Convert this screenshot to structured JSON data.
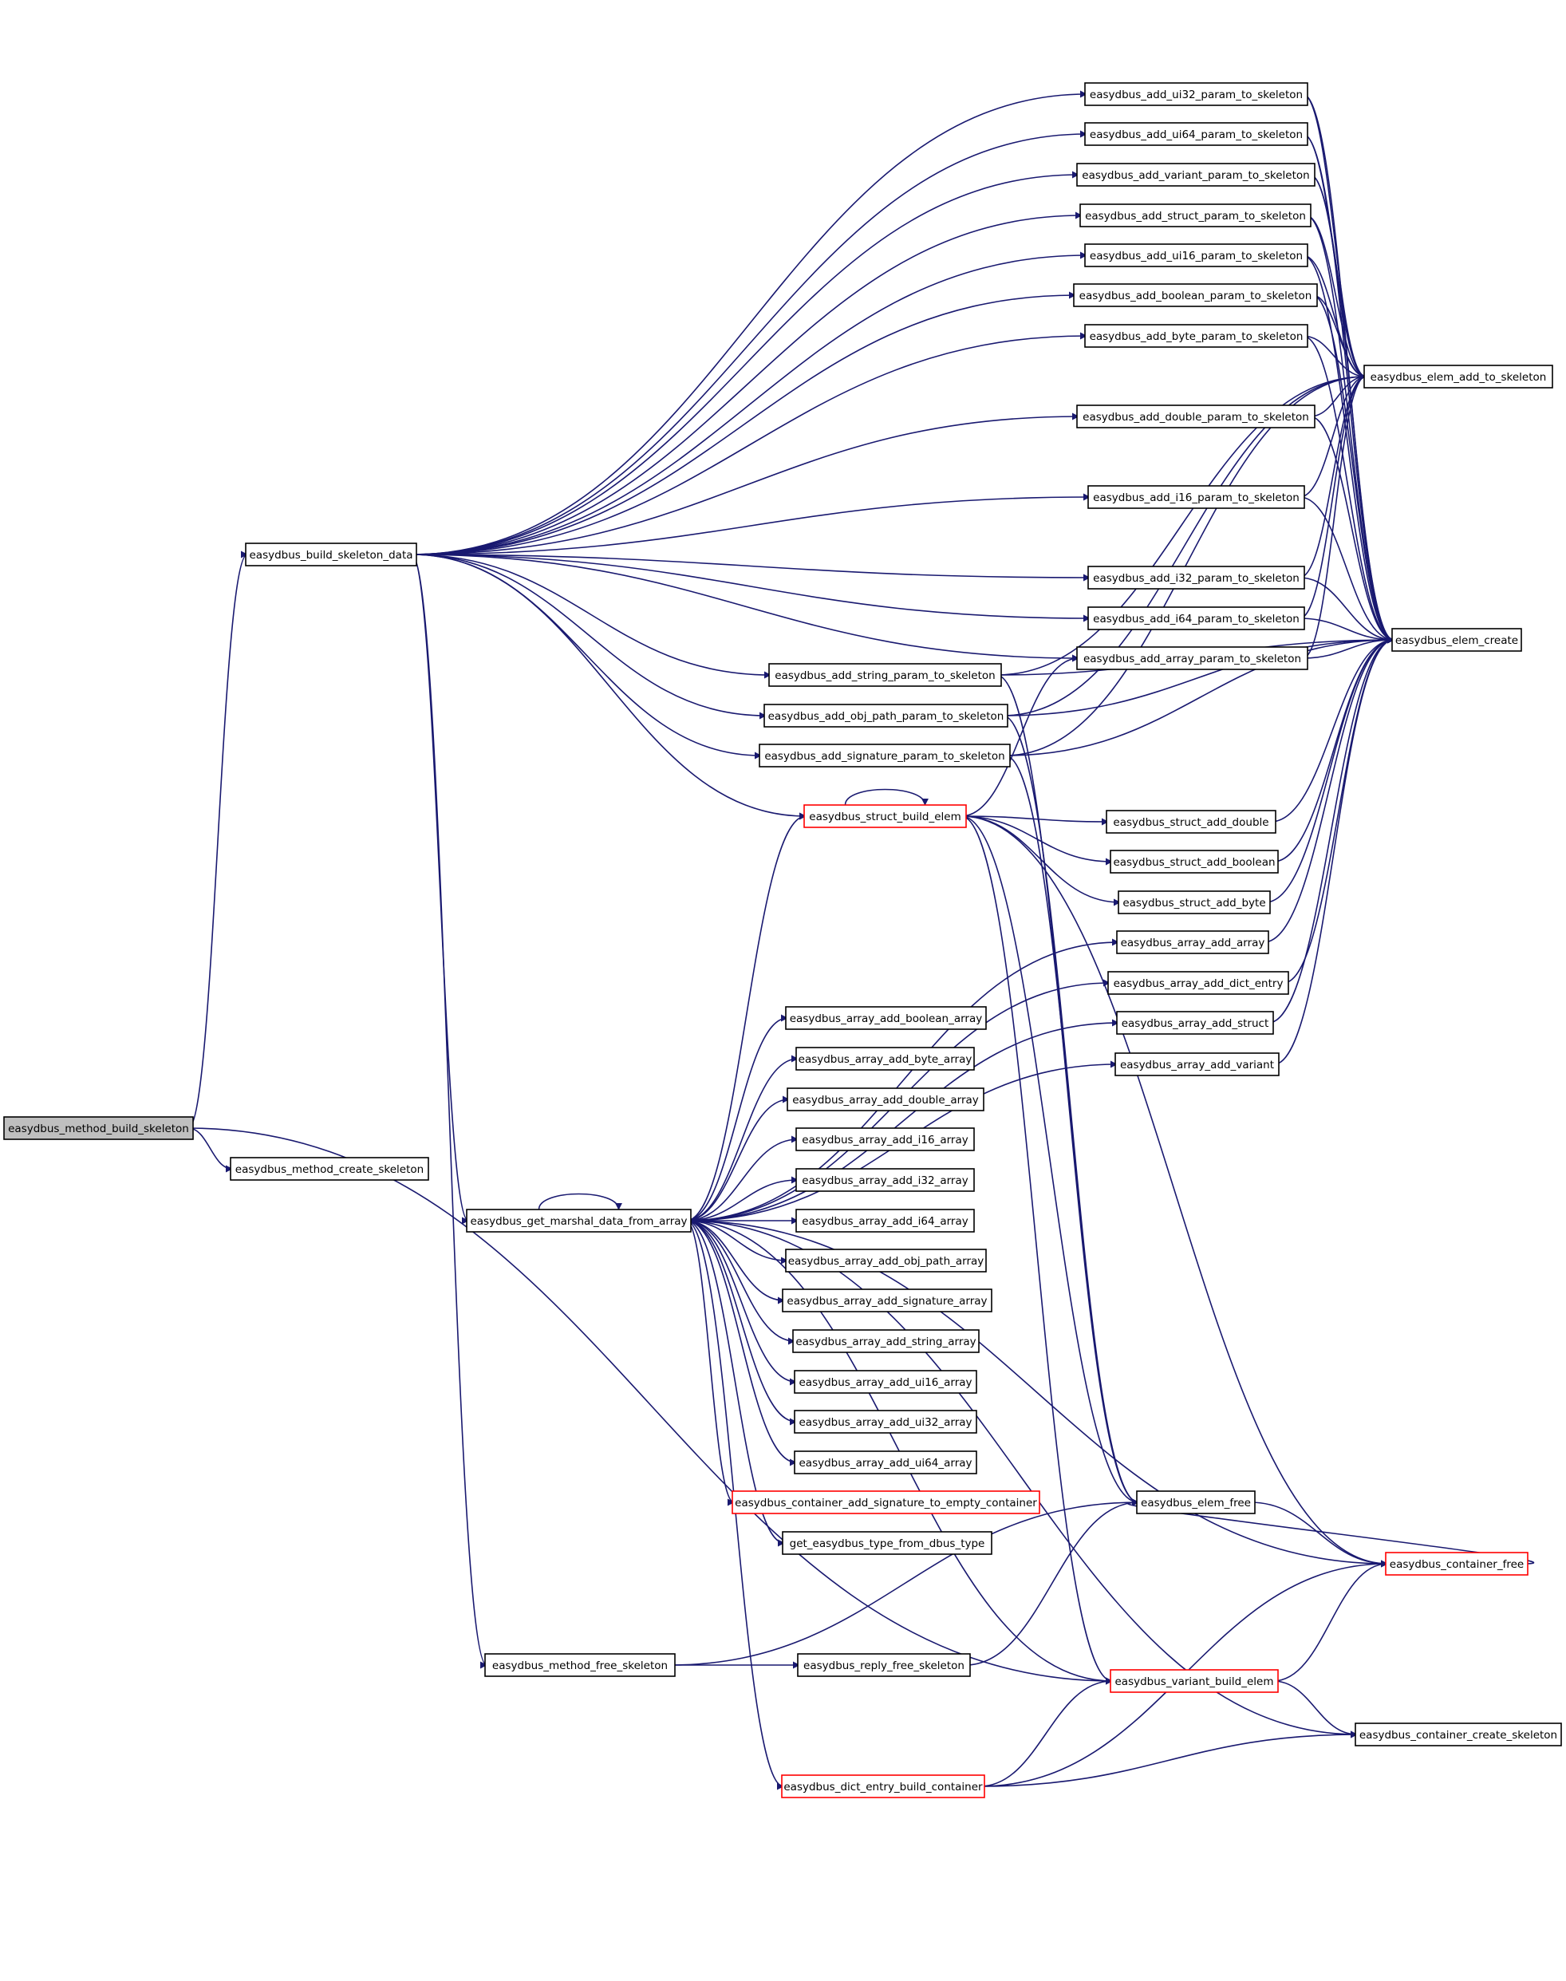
{
  "colors": {
    "edge": "#191970",
    "box_black": "#000000",
    "box_red": "#ff0000",
    "root_fill": "#bfbfbf",
    "fill": "#ffffff"
  },
  "nodes": [
    {
      "id": "easydbus_method_build_skeleton",
      "label": "easydbus_method_build_skeleton",
      "style": "root"
    },
    {
      "id": "easydbus_method_create_skeleton",
      "label": "easydbus_method_create_skeleton",
      "style": "normal"
    },
    {
      "id": "easydbus_build_skeleton_data",
      "label": "easydbus_build_skeleton_data",
      "style": "normal"
    },
    {
      "id": "easydbus_get_marshal_data_from_array",
      "label": "easydbus_get_marshal_data_from_array",
      "style": "normal"
    },
    {
      "id": "easydbus_method_free_skeleton",
      "label": "easydbus_method_free_skeleton",
      "style": "normal"
    },
    {
      "id": "easydbus_add_ui32_param_to_skeleton",
      "label": "easydbus_add_ui32_param_to_skeleton",
      "style": "normal"
    },
    {
      "id": "easydbus_add_ui64_param_to_skeleton",
      "label": "easydbus_add_ui64_param_to_skeleton",
      "style": "normal"
    },
    {
      "id": "easydbus_add_variant_param_to_skeleton",
      "label": "easydbus_add_variant_param_to_skeleton",
      "style": "normal"
    },
    {
      "id": "easydbus_add_struct_param_to_skeleton",
      "label": "easydbus_add_struct_param_to_skeleton",
      "style": "normal"
    },
    {
      "id": "easydbus_add_ui16_param_to_skeleton",
      "label": "easydbus_add_ui16_param_to_skeleton",
      "style": "normal"
    },
    {
      "id": "easydbus_add_boolean_param_to_skeleton",
      "label": "easydbus_add_boolean_param_to_skeleton",
      "style": "normal"
    },
    {
      "id": "easydbus_add_byte_param_to_skeleton",
      "label": "easydbus_add_byte_param_to_skeleton",
      "style": "normal"
    },
    {
      "id": "easydbus_add_double_param_to_skeleton",
      "label": "easydbus_add_double_param_to_skeleton",
      "style": "normal"
    },
    {
      "id": "easydbus_add_i16_param_to_skeleton",
      "label": "easydbus_add_i16_param_to_skeleton",
      "style": "normal"
    },
    {
      "id": "easydbus_add_i32_param_to_skeleton",
      "label": "easydbus_add_i32_param_to_skeleton",
      "style": "normal"
    },
    {
      "id": "easydbus_add_i64_param_to_skeleton",
      "label": "easydbus_add_i64_param_to_skeleton",
      "style": "normal"
    },
    {
      "id": "easydbus_add_array_param_to_skeleton",
      "label": "easydbus_add_array_param_to_skeleton",
      "style": "normal"
    },
    {
      "id": "easydbus_add_string_param_to_skeleton",
      "label": "easydbus_add_string_param_to_skeleton",
      "style": "normal"
    },
    {
      "id": "easydbus_add_obj_path_param_to_skeleton",
      "label": "easydbus_add_obj_path_param_to_skeleton",
      "style": "normal"
    },
    {
      "id": "easydbus_add_signature_param_to_skeleton",
      "label": "easydbus_add_signature_param_to_skeleton",
      "style": "normal"
    },
    {
      "id": "easydbus_struct_build_elem",
      "label": "easydbus_struct_build_elem",
      "style": "red"
    },
    {
      "id": "easydbus_elem_add_to_skeleton",
      "label": "easydbus_elem_add_to_skeleton",
      "style": "normal"
    },
    {
      "id": "easydbus_elem_create",
      "label": "easydbus_elem_create",
      "style": "normal"
    },
    {
      "id": "easydbus_struct_add_double",
      "label": "easydbus_struct_add_double",
      "style": "normal"
    },
    {
      "id": "easydbus_struct_add_boolean",
      "label": "easydbus_struct_add_boolean",
      "style": "normal"
    },
    {
      "id": "easydbus_struct_add_byte",
      "label": "easydbus_struct_add_byte",
      "style": "normal"
    },
    {
      "id": "easydbus_array_add_array",
      "label": "easydbus_array_add_array",
      "style": "normal"
    },
    {
      "id": "easydbus_array_add_dict_entry",
      "label": "easydbus_array_add_dict_entry",
      "style": "normal"
    },
    {
      "id": "easydbus_array_add_struct",
      "label": "easydbus_array_add_struct",
      "style": "normal"
    },
    {
      "id": "easydbus_array_add_variant",
      "label": "easydbus_array_add_variant",
      "style": "normal"
    },
    {
      "id": "easydbus_array_add_boolean_array",
      "label": "easydbus_array_add_boolean_array",
      "style": "normal"
    },
    {
      "id": "easydbus_array_add_byte_array",
      "label": "easydbus_array_add_byte_array",
      "style": "normal"
    },
    {
      "id": "easydbus_array_add_double_array",
      "label": "easydbus_array_add_double_array",
      "style": "normal"
    },
    {
      "id": "easydbus_array_add_i16_array",
      "label": "easydbus_array_add_i16_array",
      "style": "normal"
    },
    {
      "id": "easydbus_array_add_i32_array",
      "label": "easydbus_array_add_i32_array",
      "style": "normal"
    },
    {
      "id": "easydbus_array_add_i64_array",
      "label": "easydbus_array_add_i64_array",
      "style": "normal"
    },
    {
      "id": "easydbus_array_add_obj_path_array",
      "label": "easydbus_array_add_obj_path_array",
      "style": "normal"
    },
    {
      "id": "easydbus_array_add_signature_array",
      "label": "easydbus_array_add_signature_array",
      "style": "normal"
    },
    {
      "id": "easydbus_array_add_string_array",
      "label": "easydbus_array_add_string_array",
      "style": "normal"
    },
    {
      "id": "easydbus_array_add_ui16_array",
      "label": "easydbus_array_add_ui16_array",
      "style": "normal"
    },
    {
      "id": "easydbus_array_add_ui32_array",
      "label": "easydbus_array_add_ui32_array",
      "style": "normal"
    },
    {
      "id": "easydbus_array_add_ui64_array",
      "label": "easydbus_array_add_ui64_array",
      "style": "normal"
    },
    {
      "id": "easydbus_container_add_signature_to_empty_container",
      "label": "easydbus_container_add_signature_to_empty_container",
      "style": "red"
    },
    {
      "id": "get_easydbus_type_from_dbus_type",
      "label": "get_easydbus_type_from_dbus_type",
      "style": "normal"
    },
    {
      "id": "easydbus_elem_free",
      "label": "easydbus_elem_free",
      "style": "normal"
    },
    {
      "id": "easydbus_container_free",
      "label": "easydbus_container_free",
      "style": "red"
    },
    {
      "id": "easydbus_reply_free_skeleton",
      "label": "easydbus_reply_free_skeleton",
      "style": "normal"
    },
    {
      "id": "easydbus_variant_build_elem",
      "label": "easydbus_variant_build_elem",
      "style": "red"
    },
    {
      "id": "easydbus_container_create_skeleton",
      "label": "easydbus_container_create_skeleton",
      "style": "normal"
    },
    {
      "id": "easydbus_dict_entry_build_container",
      "label": "easydbus_dict_entry_build_container",
      "style": "red"
    }
  ],
  "edges": [
    [
      "easydbus_method_build_skeleton",
      "easydbus_build_skeleton_data"
    ],
    [
      "easydbus_method_build_skeleton",
      "easydbus_method_create_skeleton"
    ],
    [
      "easydbus_method_build_skeleton",
      "easydbus_variant_build_elem"
    ],
    [
      "easydbus_build_skeleton_data",
      "easydbus_add_ui32_param_to_skeleton"
    ],
    [
      "easydbus_build_skeleton_data",
      "easydbus_add_ui64_param_to_skeleton"
    ],
    [
      "easydbus_build_skeleton_data",
      "easydbus_add_variant_param_to_skeleton"
    ],
    [
      "easydbus_build_skeleton_data",
      "easydbus_add_struct_param_to_skeleton"
    ],
    [
      "easydbus_build_skeleton_data",
      "easydbus_add_ui16_param_to_skeleton"
    ],
    [
      "easydbus_build_skeleton_data",
      "easydbus_add_boolean_param_to_skeleton"
    ],
    [
      "easydbus_build_skeleton_data",
      "easydbus_add_byte_param_to_skeleton"
    ],
    [
      "easydbus_build_skeleton_data",
      "easydbus_add_double_param_to_skeleton"
    ],
    [
      "easydbus_build_skeleton_data",
      "easydbus_add_i16_param_to_skeleton"
    ],
    [
      "easydbus_build_skeleton_data",
      "easydbus_add_i32_param_to_skeleton"
    ],
    [
      "easydbus_build_skeleton_data",
      "easydbus_add_i64_param_to_skeleton"
    ],
    [
      "easydbus_build_skeleton_data",
      "easydbus_add_array_param_to_skeleton"
    ],
    [
      "easydbus_build_skeleton_data",
      "easydbus_add_string_param_to_skeleton"
    ],
    [
      "easydbus_build_skeleton_data",
      "easydbus_add_obj_path_param_to_skeleton"
    ],
    [
      "easydbus_build_skeleton_data",
      "easydbus_add_signature_param_to_skeleton"
    ],
    [
      "easydbus_build_skeleton_data",
      "easydbus_struct_build_elem"
    ],
    [
      "easydbus_build_skeleton_data",
      "easydbus_get_marshal_data_from_array"
    ],
    [
      "easydbus_build_skeleton_data",
      "easydbus_method_free_skeleton"
    ],
    [
      "easydbus_add_ui32_param_to_skeleton",
      "easydbus_elem_add_to_skeleton"
    ],
    [
      "easydbus_add_ui32_param_to_skeleton",
      "easydbus_elem_create"
    ],
    [
      "easydbus_add_ui64_param_to_skeleton",
      "easydbus_elem_add_to_skeleton"
    ],
    [
      "easydbus_add_ui64_param_to_skeleton",
      "easydbus_elem_create"
    ],
    [
      "easydbus_add_variant_param_to_skeleton",
      "easydbus_elem_add_to_skeleton"
    ],
    [
      "easydbus_add_variant_param_to_skeleton",
      "easydbus_elem_create"
    ],
    [
      "easydbus_add_struct_param_to_skeleton",
      "easydbus_elem_add_to_skeleton"
    ],
    [
      "easydbus_add_struct_param_to_skeleton",
      "easydbus_elem_create"
    ],
    [
      "easydbus_add_ui16_param_to_skeleton",
      "easydbus_elem_add_to_skeleton"
    ],
    [
      "easydbus_add_ui16_param_to_skeleton",
      "easydbus_elem_create"
    ],
    [
      "easydbus_add_boolean_param_to_skeleton",
      "easydbus_elem_add_to_skeleton"
    ],
    [
      "easydbus_add_boolean_param_to_skeleton",
      "easydbus_elem_create"
    ],
    [
      "easydbus_add_byte_param_to_skeleton",
      "easydbus_elem_add_to_skeleton"
    ],
    [
      "easydbus_add_byte_param_to_skeleton",
      "easydbus_elem_create"
    ],
    [
      "easydbus_add_double_param_to_skeleton",
      "easydbus_elem_add_to_skeleton"
    ],
    [
      "easydbus_add_double_param_to_skeleton",
      "easydbus_elem_create"
    ],
    [
      "easydbus_add_i16_param_to_skeleton",
      "easydbus_elem_add_to_skeleton"
    ],
    [
      "easydbus_add_i16_param_to_skeleton",
      "easydbus_elem_create"
    ],
    [
      "easydbus_add_i32_param_to_skeleton",
      "easydbus_elem_add_to_skeleton"
    ],
    [
      "easydbus_add_i32_param_to_skeleton",
      "easydbus_elem_create"
    ],
    [
      "easydbus_add_i64_param_to_skeleton",
      "easydbus_elem_add_to_skeleton"
    ],
    [
      "easydbus_add_i64_param_to_skeleton",
      "easydbus_elem_create"
    ],
    [
      "easydbus_add_array_param_to_skeleton",
      "easydbus_elem_add_to_skeleton"
    ],
    [
      "easydbus_add_array_param_to_skeleton",
      "easydbus_elem_create"
    ],
    [
      "easydbus_add_string_param_to_skeleton",
      "easydbus_elem_add_to_skeleton"
    ],
    [
      "easydbus_add_string_param_to_skeleton",
      "easydbus_elem_create"
    ],
    [
      "easydbus_add_string_param_to_skeleton",
      "easydbus_elem_free"
    ],
    [
      "easydbus_add_obj_path_param_to_skeleton",
      "easydbus_elem_add_to_skeleton"
    ],
    [
      "easydbus_add_obj_path_param_to_skeleton",
      "easydbus_elem_create"
    ],
    [
      "easydbus_add_obj_path_param_to_skeleton",
      "easydbus_elem_free"
    ],
    [
      "easydbus_add_signature_param_to_skeleton",
      "easydbus_elem_add_to_skeleton"
    ],
    [
      "easydbus_add_signature_param_to_skeleton",
      "easydbus_elem_create"
    ],
    [
      "easydbus_add_signature_param_to_skeleton",
      "easydbus_elem_free"
    ],
    [
      "easydbus_struct_build_elem",
      "easydbus_struct_build_elem"
    ],
    [
      "easydbus_struct_build_elem",
      "easydbus_add_array_param_to_skeleton"
    ],
    [
      "easydbus_struct_build_elem",
      "easydbus_struct_add_double"
    ],
    [
      "easydbus_struct_build_elem",
      "easydbus_struct_add_boolean"
    ],
    [
      "easydbus_struct_build_elem",
      "easydbus_struct_add_byte"
    ],
    [
      "easydbus_struct_build_elem",
      "easydbus_elem_free"
    ],
    [
      "easydbus_struct_build_elem",
      "easydbus_container_free"
    ],
    [
      "easydbus_struct_build_elem",
      "easydbus_variant_build_elem"
    ],
    [
      "easydbus_struct_add_double",
      "easydbus_elem_create"
    ],
    [
      "easydbus_struct_add_boolean",
      "easydbus_elem_create"
    ],
    [
      "easydbus_struct_add_byte",
      "easydbus_elem_create"
    ],
    [
      "easydbus_array_add_array",
      "easydbus_elem_create"
    ],
    [
      "easydbus_array_add_dict_entry",
      "easydbus_elem_create"
    ],
    [
      "easydbus_array_add_struct",
      "easydbus_elem_create"
    ],
    [
      "easydbus_array_add_variant",
      "easydbus_elem_create"
    ],
    [
      "easydbus_get_marshal_data_from_array",
      "easydbus_get_marshal_data_from_array"
    ],
    [
      "easydbus_get_marshal_data_from_array",
      "easydbus_struct_build_elem"
    ],
    [
      "easydbus_get_marshal_data_from_array",
      "easydbus_array_add_array"
    ],
    [
      "easydbus_get_marshal_data_from_array",
      "easydbus_array_add_dict_entry"
    ],
    [
      "easydbus_get_marshal_data_from_array",
      "easydbus_array_add_struct"
    ],
    [
      "easydbus_get_marshal_data_from_array",
      "easydbus_array_add_variant"
    ],
    [
      "easydbus_get_marshal_data_from_array",
      "easydbus_array_add_boolean_array"
    ],
    [
      "easydbus_get_marshal_data_from_array",
      "easydbus_array_add_byte_array"
    ],
    [
      "easydbus_get_marshal_data_from_array",
      "easydbus_array_add_double_array"
    ],
    [
      "easydbus_get_marshal_data_from_array",
      "easydbus_array_add_i16_array"
    ],
    [
      "easydbus_get_marshal_data_from_array",
      "easydbus_array_add_i32_array"
    ],
    [
      "easydbus_get_marshal_data_from_array",
      "easydbus_array_add_i64_array"
    ],
    [
      "easydbus_get_marshal_data_from_array",
      "easydbus_array_add_obj_path_array"
    ],
    [
      "easydbus_get_marshal_data_from_array",
      "easydbus_array_add_signature_array"
    ],
    [
      "easydbus_get_marshal_data_from_array",
      "easydbus_array_add_string_array"
    ],
    [
      "easydbus_get_marshal_data_from_array",
      "easydbus_array_add_ui16_array"
    ],
    [
      "easydbus_get_marshal_data_from_array",
      "easydbus_array_add_ui32_array"
    ],
    [
      "easydbus_get_marshal_data_from_array",
      "easydbus_array_add_ui64_array"
    ],
    [
      "easydbus_get_marshal_data_from_array",
      "easydbus_container_add_signature_to_empty_container"
    ],
    [
      "easydbus_get_marshal_data_from_array",
      "get_easydbus_type_from_dbus_type"
    ],
    [
      "easydbus_get_marshal_data_from_array",
      "easydbus_container_free"
    ],
    [
      "easydbus_get_marshal_data_from_array",
      "easydbus_variant_build_elem"
    ],
    [
      "easydbus_get_marshal_data_from_array",
      "easydbus_dict_entry_build_container"
    ],
    [
      "easydbus_get_marshal_data_from_array",
      "easydbus_container_create_skeleton"
    ],
    [
      "easydbus_method_free_skeleton",
      "easydbus_reply_free_skeleton"
    ],
    [
      "easydbus_method_free_skeleton",
      "easydbus_elem_free"
    ],
    [
      "easydbus_reply_free_skeleton",
      "easydbus_elem_free"
    ],
    [
      "easydbus_elem_free",
      "easydbus_container_free"
    ],
    [
      "easydbus_container_free",
      "easydbus_elem_free"
    ],
    [
      "easydbus_variant_build_elem",
      "easydbus_container_free"
    ],
    [
      "easydbus_variant_build_elem",
      "easydbus_container_create_skeleton"
    ],
    [
      "easydbus_dict_entry_build_container",
      "easydbus_container_free"
    ],
    [
      "easydbus_dict_entry_build_container",
      "easydbus_container_create_skeleton"
    ],
    [
      "easydbus_dict_entry_build_container",
      "easydbus_variant_build_elem"
    ]
  ]
}
